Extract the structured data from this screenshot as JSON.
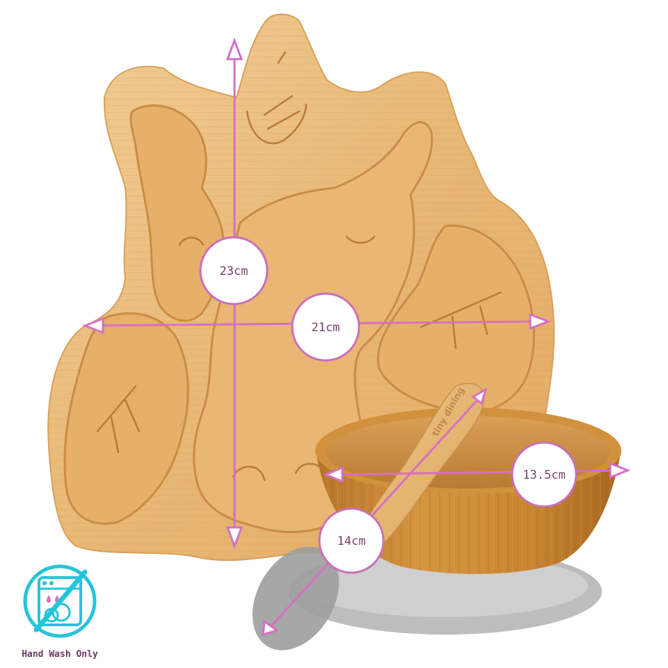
{
  "colors": {
    "bamboo_light": "#eec58a",
    "bamboo_mid": "#e2aa63",
    "bamboo_dark": "#c9873f",
    "bowl_wood": "#c98632",
    "bowl_dark": "#a7661f",
    "suction_grey": "#b9b9b9",
    "measure_pink": "#d66fc2",
    "circle_stroke": "#c96fb8",
    "label_text": "#7a3d6c",
    "icon_cyan": "#25c4d8",
    "icon_pink": "#e56fc0"
  },
  "measurements": [
    {
      "id": "plate-height",
      "label": "23cm"
    },
    {
      "id": "plate-width",
      "label": "21cm"
    },
    {
      "id": "bowl-diameter",
      "label": "13.5cm"
    },
    {
      "id": "spoon-length",
      "label": "14cm"
    }
  ],
  "care": {
    "icon": "no-dishwasher-icon",
    "label": "Hand Wash Only"
  },
  "product": {
    "spoon_engraving": "tiny dining"
  }
}
